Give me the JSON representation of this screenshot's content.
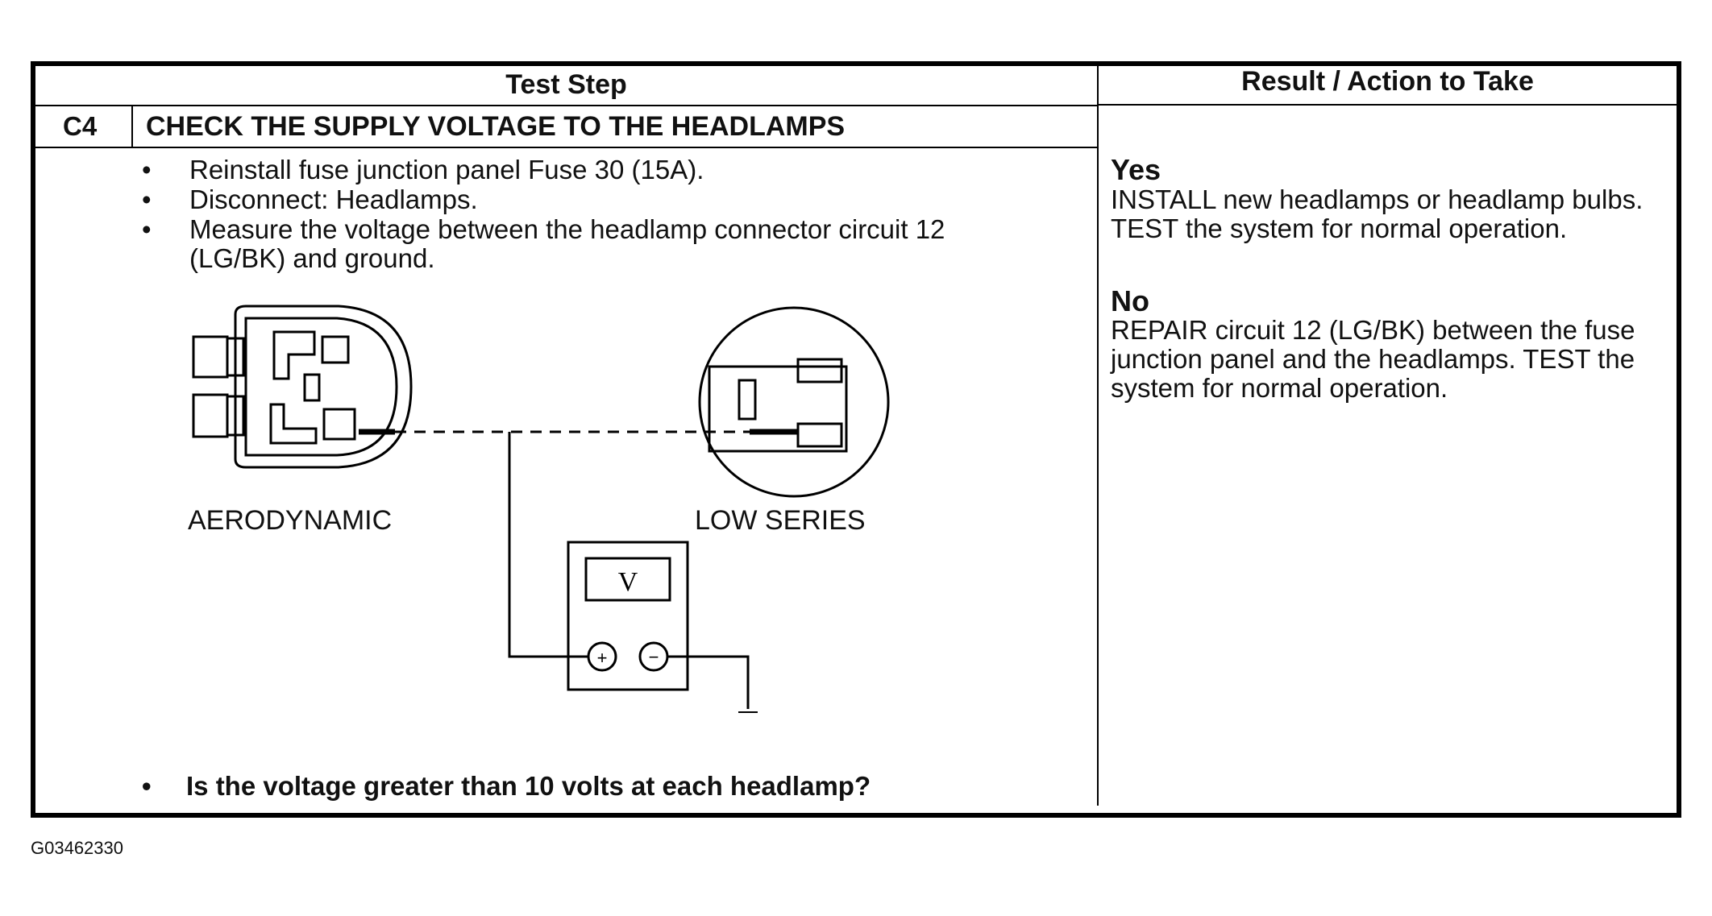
{
  "table": {
    "header_left": "Test Step",
    "header_right": "Result / Action to Take",
    "step_id": "C4",
    "step_title": "CHECK THE SUPPLY VOLTAGE TO THE HEADLAMPS",
    "bullets": [
      "Reinstall fuse junction panel Fuse 30 (15A).",
      "Disconnect: Headlamps.",
      "Measure the voltage between the headlamp connector circuit 12\n(LG/BK) and ground."
    ],
    "bullet_glyph": "•",
    "question": "Is the voltage greater than 10 volts at each headlamp?"
  },
  "results": {
    "yes_label": "Yes",
    "yes_text": "INSTALL new headlamps or headlamp bulbs. TEST the system for normal operation.",
    "no_label": "No",
    "no_text": "REPAIR circuit 12 (LG/BK) between the fuse junction panel and the headlamps. TEST the system for normal operation."
  },
  "diagram": {
    "label_left": "AERODYNAMIC",
    "label_right": "LOW SERIES",
    "meter_symbol": "V",
    "plus_symbol": "+",
    "minus_symbol": "−"
  },
  "figure_id": "G03462330"
}
